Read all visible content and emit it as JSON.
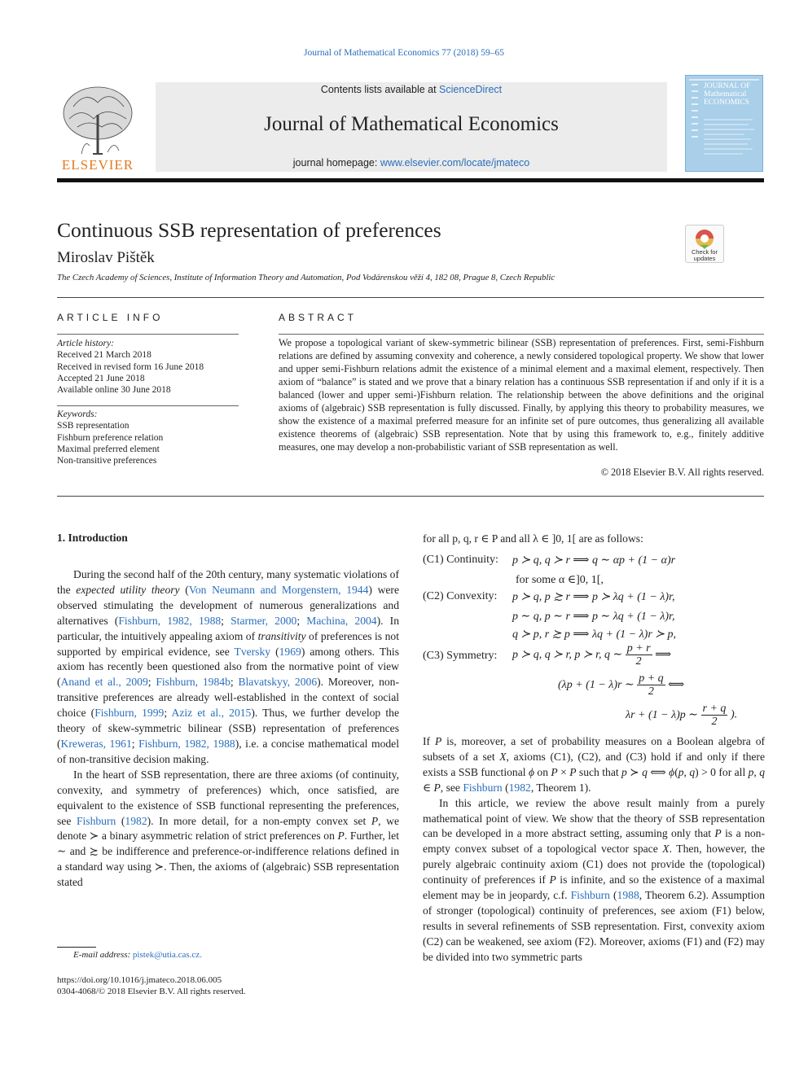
{
  "header": {
    "journal_ref": "Journal of Mathematical Economics 77 (2018) 59–65",
    "contents_prefix": "Contents lists available at ",
    "contents_link": "ScienceDirect",
    "journal_title": "Journal of Mathematical Economics",
    "homepage_prefix": "journal homepage: ",
    "homepage_link": "www.elsevier.com/locate/jmateco",
    "publisher_logo": "ELSEVIER",
    "cover_title": "JOURNAL OF Mathematical ECONOMICS",
    "check_updates": "Check for updates"
  },
  "article": {
    "title": "Continuous SSB representation of preferences",
    "author": "Miroslav Pištěk",
    "affiliation": "The Czech Academy of Sciences, Institute of Information Theory and Automation, Pod Vodárenskou věží 4, 182 08, Prague 8, Czech Republic"
  },
  "article_info": {
    "heading": "ARTICLE INFO",
    "history_label": "Article history:",
    "history": [
      "Received 21 March 2018",
      "Received in revised form 16 June 2018",
      "Accepted 21 June 2018",
      "Available online 30 June 2018"
    ],
    "keywords_label": "Keywords:",
    "keywords": [
      "SSB representation",
      "Fishburn preference relation",
      "Maximal preferred element",
      "Non-transitive preferences"
    ]
  },
  "abstract": {
    "heading": "ABSTRACT",
    "text": "We propose a topological variant of skew-symmetric bilinear (SSB) representation of preferences. First, semi-Fishburn relations are defined by assuming convexity and coherence, a newly considered topological property. We show that lower and upper semi-Fishburn relations admit the existence of a minimal element and a maximal element, respectively. Then axiom of “balance” is stated and we prove that a binary relation has a continuous SSB representation if and only if it is a balanced (lower and upper semi-)Fishburn relation. The relationship between the above definitions and the original axioms of (algebraic) SSB representation is fully discussed. Finally, by applying this theory to probability measures, we show the existence of a maximal preferred measure for an infinite set of pure outcomes, thus generalizing all available existence theorems of (algebraic) SSB representation. Note that by using this framework to, e.g., finitely additive measures, one may develop a non-probabilistic variant of SSB representation as well.",
    "copyright": "© 2018 Elsevier B.V. All rights reserved."
  },
  "intro": {
    "heading": "1.  Introduction"
  },
  "right_col": {
    "lead": "for all p, q, r ∈ P and all λ ∈ ]0, 1[ are as follows:",
    "c1_label": "(C1)  Continuity:",
    "c1_line1": "p ≻ q, q ≻ r ⟹ q ∼ αp + (1 − α)r",
    "c1_line2": "for some α ∈]0, 1[,",
    "c2_label": "(C2)  Convexity:",
    "c2_line1": "p ≻ q, p ≿ r ⟹ p ≻ λq + (1 − λ)r,",
    "c2_line2": "p ∼ q, p ∼ r ⟹ p ∼ λq + (1 − λ)r,",
    "c2_line3": "q ≻ p, r ≿ p ⟹ λq + (1 − λ)r ≻ p,",
    "c3_label": "(C3)  Symmetry:",
    "c3_pre": "p ≻ q, q ≻ r, p ≻ r, q ∼",
    "c3_frac1_num": "p + r",
    "c3_frac1_den": "2",
    "c3_implies": "⟹",
    "c3_line2_pre": "(λp + (1 − λ)r ∼",
    "c3_frac2_num": "p + q",
    "c3_frac2_den": "2",
    "c3_iff": "⟺",
    "c3_line3_pre": "λr + (1 − λ)p ∼",
    "c3_frac3_num": "r + q",
    "c3_frac3_den": "2",
    "c3_end": ").",
    "footnote_email_label": "E-mail address:",
    "footnote_email": "pistek@utia.cas.cz.",
    "doi": "https://doi.org/10.1016/j.jmateco.2018.06.005",
    "issn": "0304-4068/© 2018 Elsevier B.V. All rights reserved."
  }
}
